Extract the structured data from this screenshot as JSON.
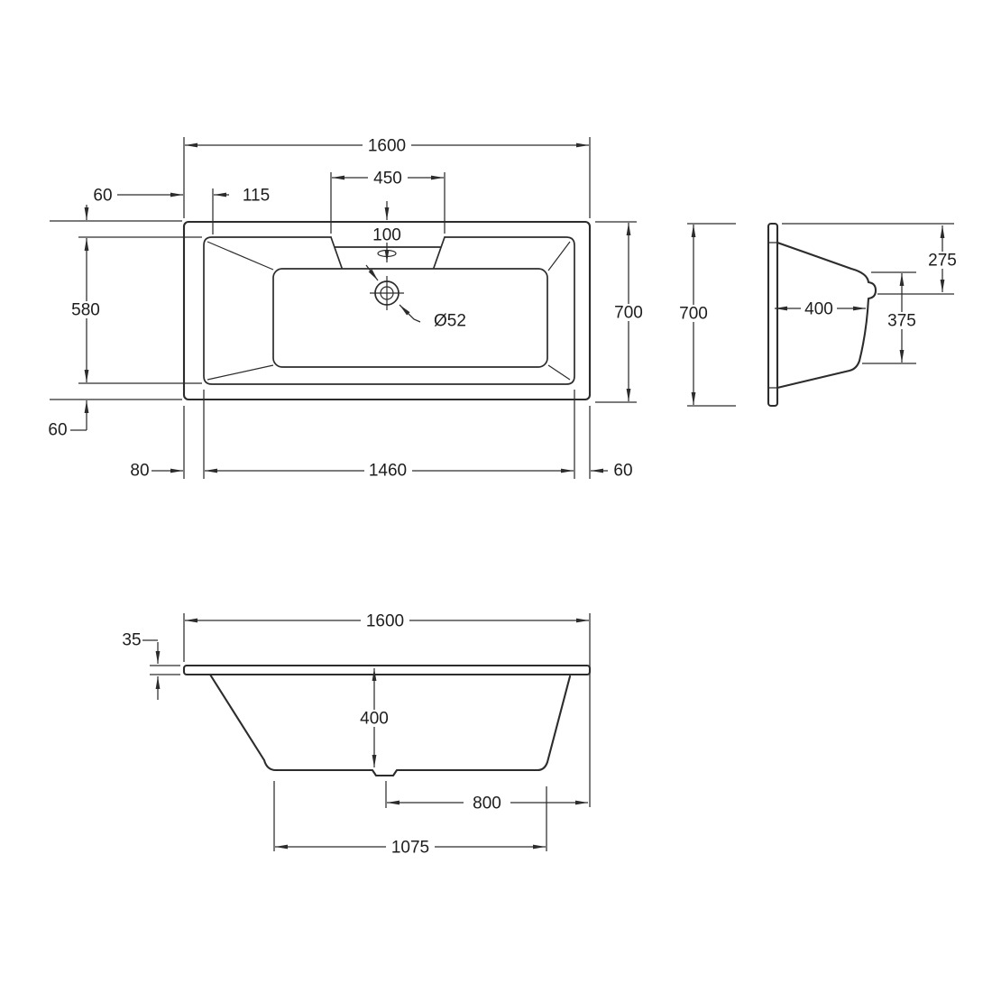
{
  "drawing": {
    "type": "bathtub-orthographic-technical-drawing",
    "background": "#ffffff",
    "ink": "#2c2c2c",
    "views": {
      "plan": {
        "name": "plan-view-top",
        "dims": {
          "overall_length": "1600",
          "overflow_recess_width": "450",
          "rim_offset_left": "115",
          "rim_offset_top": "60",
          "overflow_drop": "100",
          "waste_diameter": "Ø52",
          "inner_width": "580",
          "overall_width": "700",
          "rim_offset_bottom": "60",
          "inner_offset_left": "80",
          "inner_length": "1460",
          "inner_offset_right": "60"
        }
      },
      "end": {
        "name": "end-elevation",
        "dims": {
          "overall_width": "700",
          "depth_at_end": "400",
          "upper_height": "275",
          "lower_height": "375"
        }
      },
      "side": {
        "name": "side-elevation",
        "dims": {
          "overall_length": "1600",
          "rim_thickness": "35",
          "depth": "400",
          "waste_to_end": "800",
          "base_length": "1075"
        }
      }
    }
  }
}
